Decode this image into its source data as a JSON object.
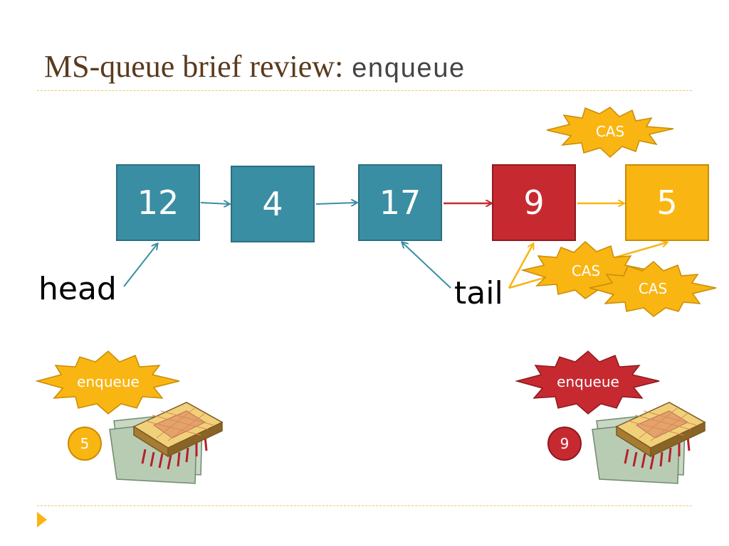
{
  "slide": {
    "title_main": "MS-queue brief review: ",
    "title_code": "enqueue"
  },
  "nodes": [
    {
      "label": "12",
      "color": "#3a8ea3"
    },
    {
      "label": "4",
      "color": "#3a8ea3"
    },
    {
      "label": "17",
      "color": "#3a8ea3"
    },
    {
      "label": "9",
      "color": "#c62a30"
    },
    {
      "label": "5",
      "color": "#f9b512"
    }
  ],
  "pointers": {
    "head": "head",
    "tail": "tail"
  },
  "cas_bursts": [
    {
      "label": "CAS"
    },
    {
      "label": "CAS"
    },
    {
      "label": "CAS"
    }
  ],
  "threads": [
    {
      "action": "enqueue",
      "value": "5",
      "color": "#f9b512"
    },
    {
      "action": "enqueue",
      "value": "9",
      "color": "#c62a30"
    }
  ],
  "icons": {
    "processor": "cpu-chip-icon",
    "bullet": "triangle-bullet-icon"
  },
  "colors": {
    "teal": "#3a8ea3",
    "red": "#c62a30",
    "gold": "#f9b512",
    "rule": "#e8c860"
  }
}
